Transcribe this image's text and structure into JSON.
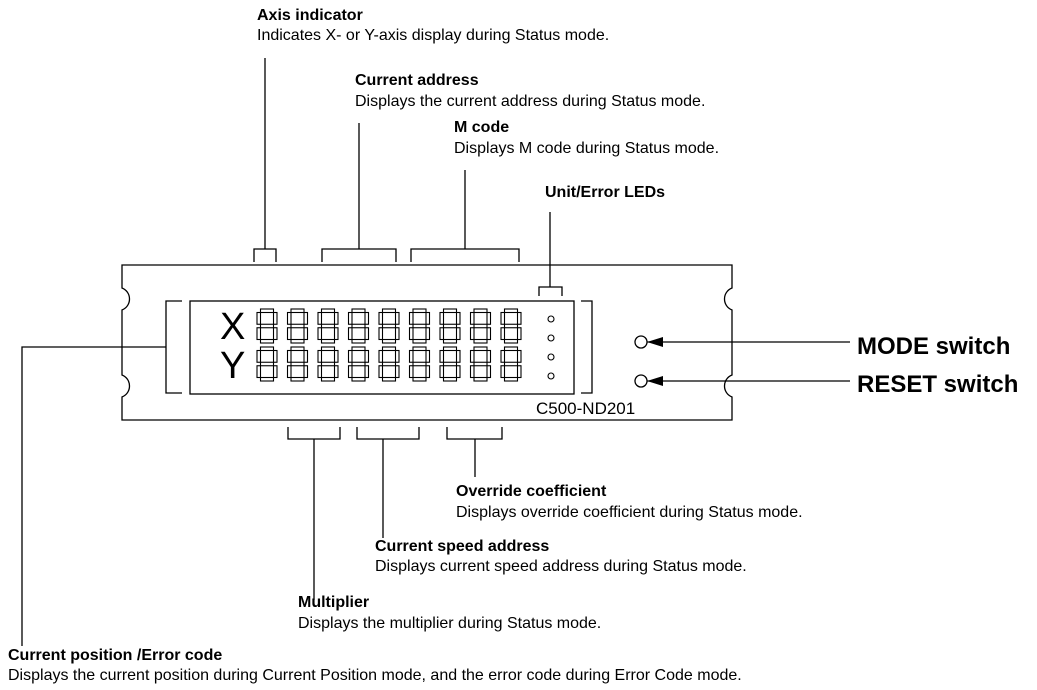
{
  "callouts": {
    "axis_indicator": {
      "title": "Axis indicator",
      "desc": "Indicates X- or Y-axis display during Status mode."
    },
    "current_address": {
      "title": "Current address",
      "desc": "Displays the current address during Status mode."
    },
    "m_code": {
      "title": "M code",
      "desc": "Displays M code during Status mode."
    },
    "unit_error_leds": {
      "title": "Unit/Error LEDs"
    },
    "override_coefficient": {
      "title": "Override coefficient",
      "desc": "Displays override coefficient during Status mode."
    },
    "current_speed_address": {
      "title": "Current speed address",
      "desc": "Displays current speed address during Status mode."
    },
    "multiplier": {
      "title": "Multiplier",
      "desc": "Displays the multiplier during Status mode."
    },
    "current_position": {
      "title": "Current position /Error code",
      "desc": "Displays the current position during Current Position mode, and the error code during Error Code mode."
    }
  },
  "switches": {
    "mode": "MODE switch",
    "reset": "RESET switch"
  },
  "panel": {
    "model": "C500-ND201",
    "axis_x": "X",
    "axis_y": "Y",
    "digits_per_row": 9,
    "leds": 4
  }
}
